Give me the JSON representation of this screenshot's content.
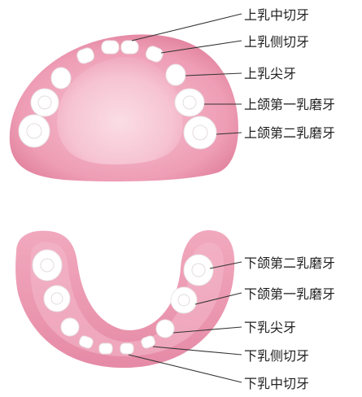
{
  "upper_jaw": {
    "labels": {
      "central_incisor": "上乳中切牙",
      "lateral_incisor": "上乳侧切牙",
      "canine": "上乳尖牙",
      "first_molar": "上颌第一乳磨牙",
      "second_molar": "上颌第二乳磨牙"
    }
  },
  "lower_jaw": {
    "labels": {
      "second_molar": "下颌第二乳磨牙",
      "first_molar": "下颌第一乳磨牙",
      "canine": "下乳尖牙",
      "lateral_incisor": "下乳侧切牙",
      "central_incisor": "下乳中切牙"
    }
  },
  "colors": {
    "gum_outer": "#e07f9c",
    "gum_inner": "#f3b7c8",
    "palate": "#f7c9d6",
    "tooth": "#ffffff",
    "leader": "#333333"
  }
}
